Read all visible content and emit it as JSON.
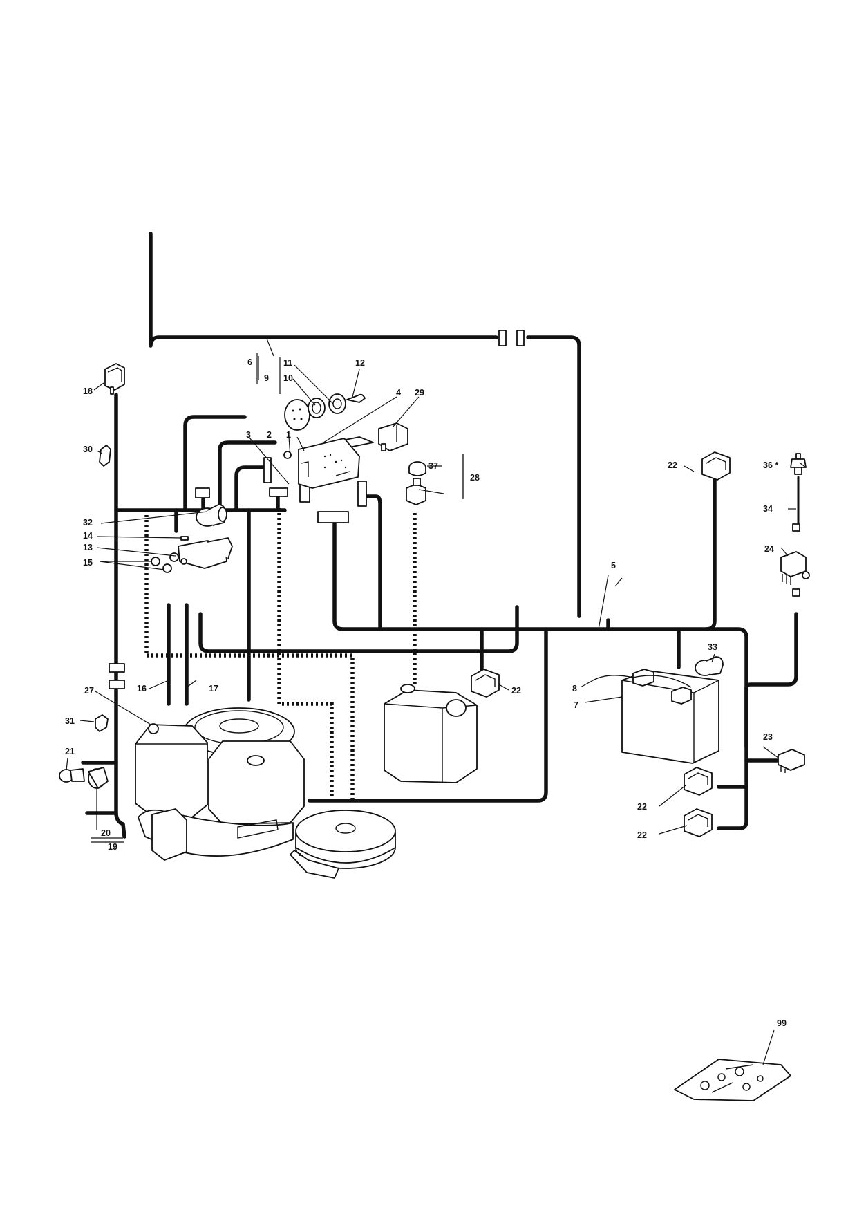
{
  "callouts": [
    {
      "n": "1"
    },
    {
      "n": "2"
    },
    {
      "n": "3"
    },
    {
      "n": "4"
    },
    {
      "n": "5"
    },
    {
      "n": "6"
    },
    {
      "n": "7"
    },
    {
      "n": "8"
    },
    {
      "n": "9"
    },
    {
      "n": "10"
    },
    {
      "n": "11"
    },
    {
      "n": "12"
    },
    {
      "n": "13"
    },
    {
      "n": "14"
    },
    {
      "n": "15"
    },
    {
      "n": "16"
    },
    {
      "n": "17"
    },
    {
      "n": "18"
    },
    {
      "n": "19"
    },
    {
      "n": "20"
    },
    {
      "n": "21"
    },
    {
      "n": "22"
    },
    {
      "n": "22"
    },
    {
      "n": "22"
    },
    {
      "n": "22"
    },
    {
      "n": "23"
    },
    {
      "n": "24"
    },
    {
      "n": "27"
    },
    {
      "n": "28"
    },
    {
      "n": "29"
    },
    {
      "n": "30"
    },
    {
      "n": "31"
    },
    {
      "n": "32"
    },
    {
      "n": "33"
    },
    {
      "n": "34"
    },
    {
      "n": "36 *"
    },
    {
      "n": "37"
    },
    {
      "n": "99"
    }
  ]
}
